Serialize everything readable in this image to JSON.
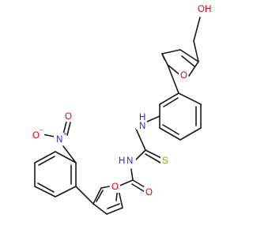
{
  "molecule": {
    "atom_labels": {
      "hydroxyl": "OH",
      "furan_top_o": "O",
      "nh_top": "H",
      "n_top": "N",
      "thiourea_s": "S",
      "nh_mid": "H",
      "n_mid": "N",
      "furan_bottom_o": "O",
      "carbonyl_o": "O",
      "nitro_n": "N",
      "nitro_n_charge": "+",
      "nitro_o_minus": "O",
      "nitro_o_minus_charge": "−",
      "nitro_o": "O"
    },
    "colors": {
      "bond": "#1a1a1a",
      "oxygen": "#e0000b",
      "nitrogen": "#2a2ad6",
      "sulfur": "#b09a00"
    }
  }
}
